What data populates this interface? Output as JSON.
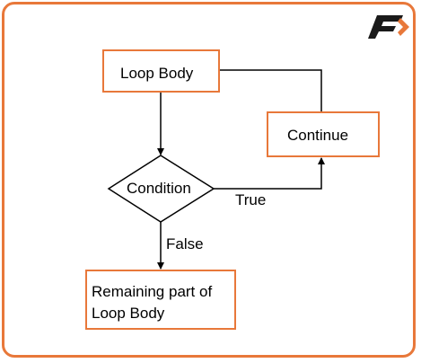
{
  "colors": {
    "accent": "#e8783a",
    "line": "#000000",
    "logo_dark": "#1a1a1a"
  },
  "logo": {
    "icon": "brand-logo-icon"
  },
  "nodes": {
    "loop_body": "Loop Body",
    "continue": "Continue",
    "condition": "Condition",
    "remaining": "Remaining part of Loop Body"
  },
  "edges": {
    "true_label": "True",
    "false_label": "False"
  }
}
